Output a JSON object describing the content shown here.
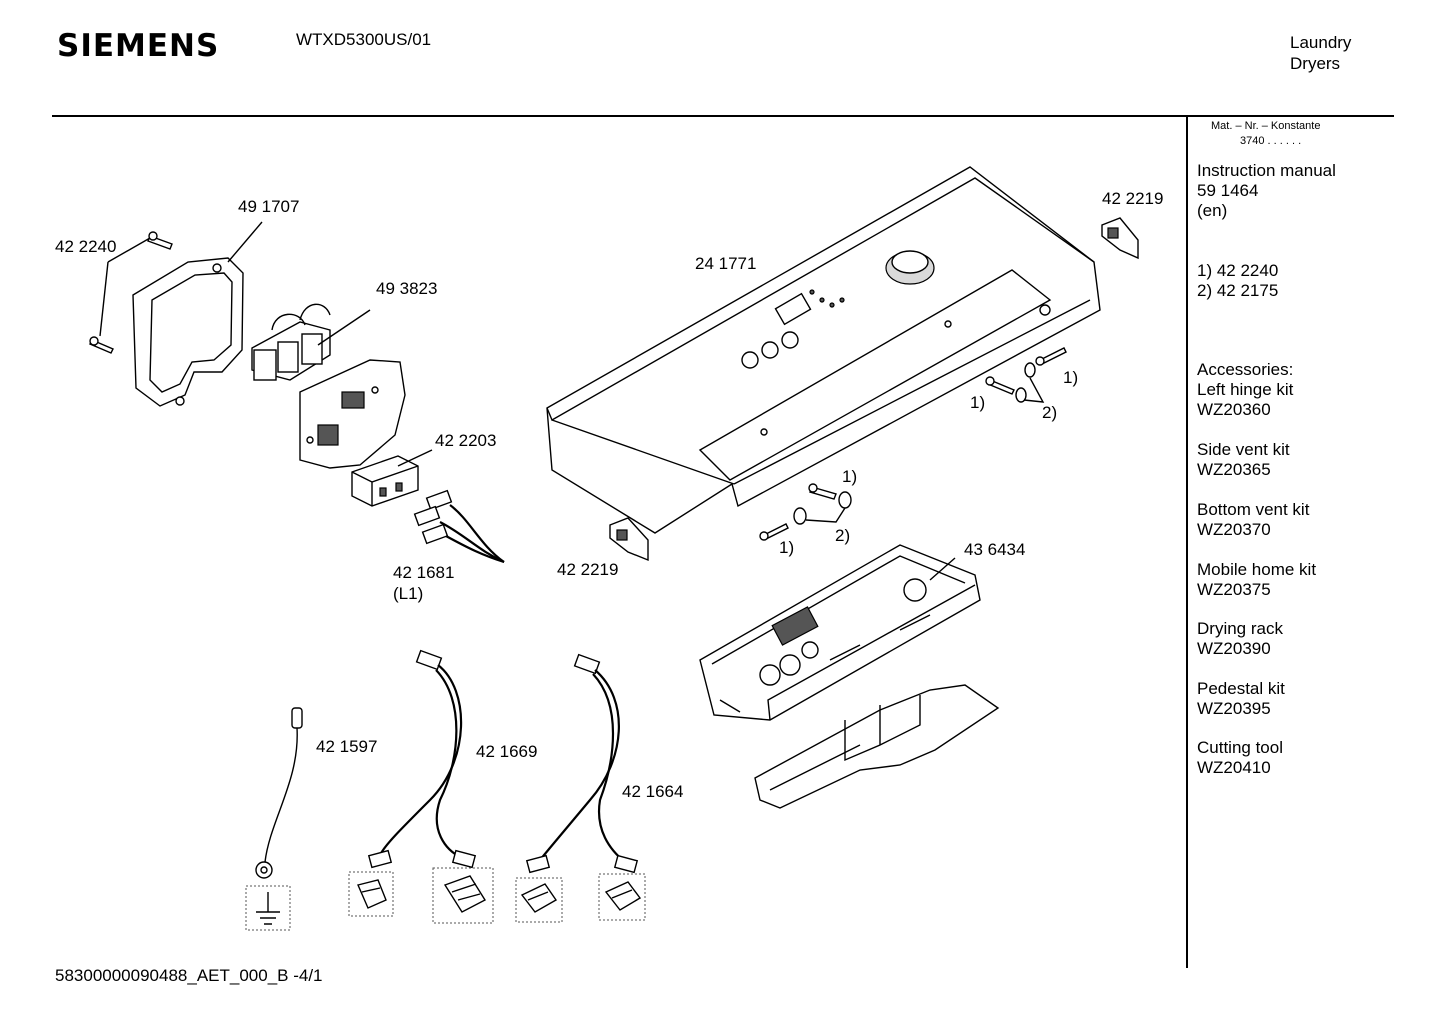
{
  "header": {
    "brand": "SIEMENS",
    "model": "WTXD5300US/01",
    "category_line1": "Laundry",
    "category_line2": "Dryers"
  },
  "sidebar": {
    "mat_label": "Mat. – Nr. – Konstante",
    "mat_value": "3740 .  .  .  .  .  .",
    "instruction": [
      "Instruction manual",
      "59 1464",
      "(en)"
    ],
    "footnotes": [
      "1)  42 2240",
      "2)  42 2175"
    ],
    "accessories": [
      [
        "Accessories:",
        "Left hinge kit",
        "WZ20360"
      ],
      [
        "Side vent kit",
        "WZ20365"
      ],
      [
        "Bottom vent kit",
        "WZ20370"
      ],
      [
        "Mobile home kit",
        "WZ20375"
      ],
      [
        "Drying rack",
        "WZ20390"
      ],
      [
        "Pedestal kit",
        "WZ20395"
      ],
      [
        "Cutting tool",
        "WZ20410"
      ]
    ]
  },
  "labels": {
    "p491707": "49 1707",
    "p422240": "42 2240",
    "p493823": "49 3823",
    "p422203": "42 2203",
    "p421681": "42 1681",
    "p421681b": "(L1)",
    "p241771": "24 1771",
    "p422219a": "42 2219",
    "p422219b": "42 2219",
    "p436434": "43 6434",
    "p421597": "42 1597",
    "p421669": "42 1669",
    "p421664": "42 1664",
    "fn1a": "1)",
    "fn1b": "1)",
    "fn1c": "1)",
    "fn1d": "1)",
    "fn2a": "2)",
    "fn2b": "2)"
  },
  "footer": {
    "code": "58300000090488_AET_000_B  -4/1"
  }
}
